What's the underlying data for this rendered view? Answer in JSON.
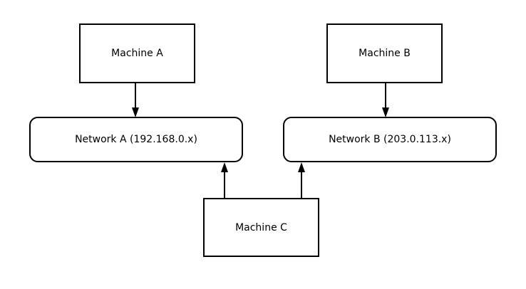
{
  "diagram": {
    "background_color": "#ffffff",
    "stroke_color": "#000000",
    "nodes": [
      {
        "id": "machine-a",
        "label": "Machine A",
        "shape": "rectangle"
      },
      {
        "id": "machine-b",
        "label": "Machine B",
        "shape": "rectangle"
      },
      {
        "id": "network-a",
        "label": "Network A (192.168.0.x)",
        "shape": "rounded-rectangle"
      },
      {
        "id": "network-b",
        "label": "Network B (203.0.113.x)",
        "shape": "rounded-rectangle"
      },
      {
        "id": "machine-c",
        "label": "Machine C",
        "shape": "rectangle"
      }
    ],
    "edges": [
      {
        "from": "machine-a",
        "to": "network-a",
        "direction": "down"
      },
      {
        "from": "machine-b",
        "to": "network-b",
        "direction": "down"
      },
      {
        "from": "machine-c",
        "to": "network-a",
        "direction": "up"
      },
      {
        "from": "machine-c",
        "to": "network-b",
        "direction": "up"
      }
    ]
  }
}
